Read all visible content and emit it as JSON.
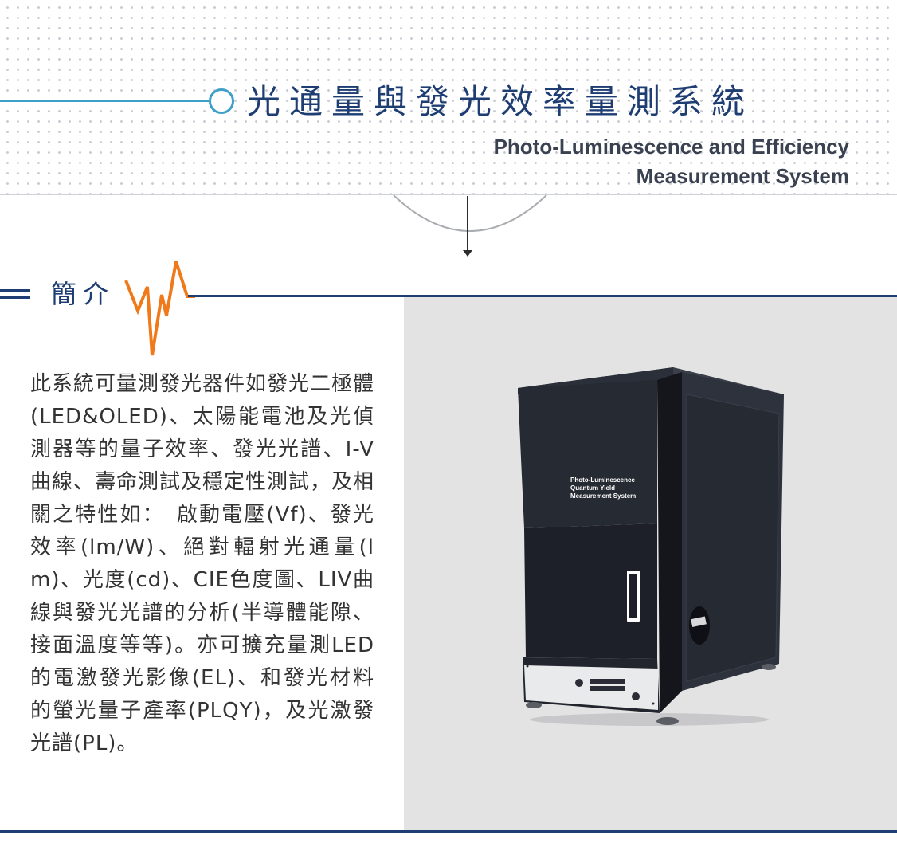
{
  "header": {
    "title_zh": "光通量與發光效率量測系統",
    "title_en_line1": "Photo-Luminescence and Efficiency",
    "title_en_line2": "Measurement System"
  },
  "section": {
    "title": "簡介"
  },
  "intro": {
    "text": "此系統可量測發光器件如發光二極體(LED&OLED)、太陽能電池及光偵測器等的量子效率、發光光譜、I-V曲線、壽命測試及穩定性測試，及相關之特性如：　啟動電壓(Vf)、發光效率(lm/W)、絕對輻射光通量(lm)、光度(cd)、CIE色度圖、LIV曲線與發光光譜的分析(半導體能隙、接面溫度等等)。亦可擴充量測LED的電激發光影像(EL)、和發光材料的螢光量子產率(PLQY)，及光激發光譜(PL)。"
  },
  "product_image": {
    "label_line1": "Photo-Luminescence",
    "label_line2": "Quantum Yield",
    "label_line3": "Measurement System"
  },
  "colors": {
    "navy": "#1d3d73",
    "accent_cyan": "#3ea0c8",
    "accent_orange": "#f07a1a",
    "panel_gray": "#e3e3e4"
  }
}
